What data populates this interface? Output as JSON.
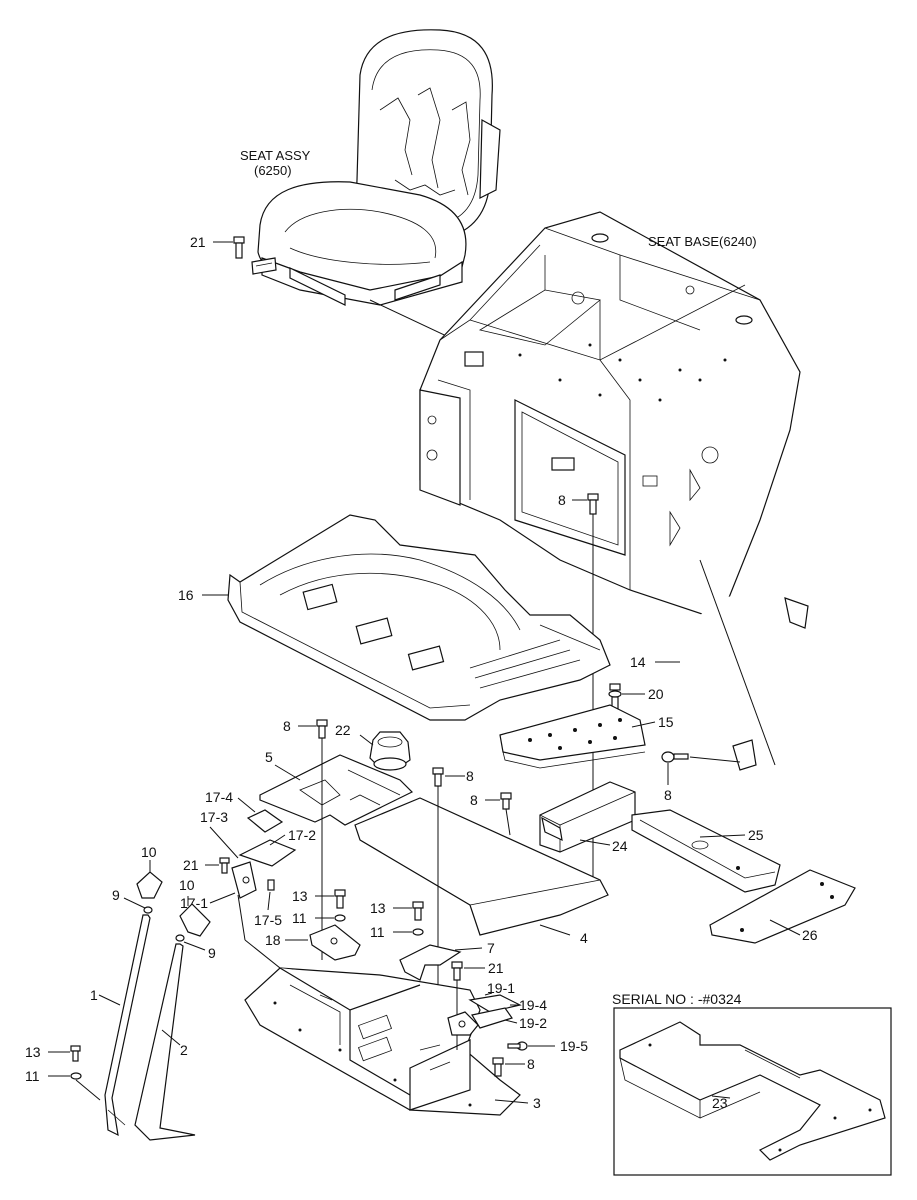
{
  "assemblies": {
    "seat_assy": {
      "name": "SEAT ASSY",
      "code": "(6250)"
    },
    "seat_base": "SEAT BASE(6240)"
  },
  "serial_box": {
    "title": "SERIAL NO : -#0324",
    "part": "23"
  },
  "callouts": {
    "c1": "1",
    "c2": "2",
    "c3": "3",
    "c4": "4",
    "c5": "5",
    "c7": "7",
    "c8a": "8",
    "c8b": "8",
    "c8c": "8",
    "c8d": "8",
    "c8e": "8",
    "c8f": "8",
    "c9a": "9",
    "c9b": "9",
    "c10a": "10",
    "c10b": "10",
    "c11a": "11",
    "c11b": "11",
    "c11c": "11",
    "c13a": "13",
    "c13b": "13",
    "c13c": "13",
    "c14": "14",
    "c15": "15",
    "c16": "16",
    "c17_1": "17-1",
    "c17_2": "17-2",
    "c17_3": "17-3",
    "c17_4": "17-4",
    "c17_5": "17-5",
    "c18": "18",
    "c19_1": "19-1",
    "c19_2": "19-2",
    "c19_4": "19-4",
    "c19_5": "19-5",
    "c20": "20",
    "c21a": "21",
    "c21b": "21",
    "c21c": "21",
    "c22": "22",
    "c24": "24",
    "c25": "25",
    "c26": "26"
  }
}
